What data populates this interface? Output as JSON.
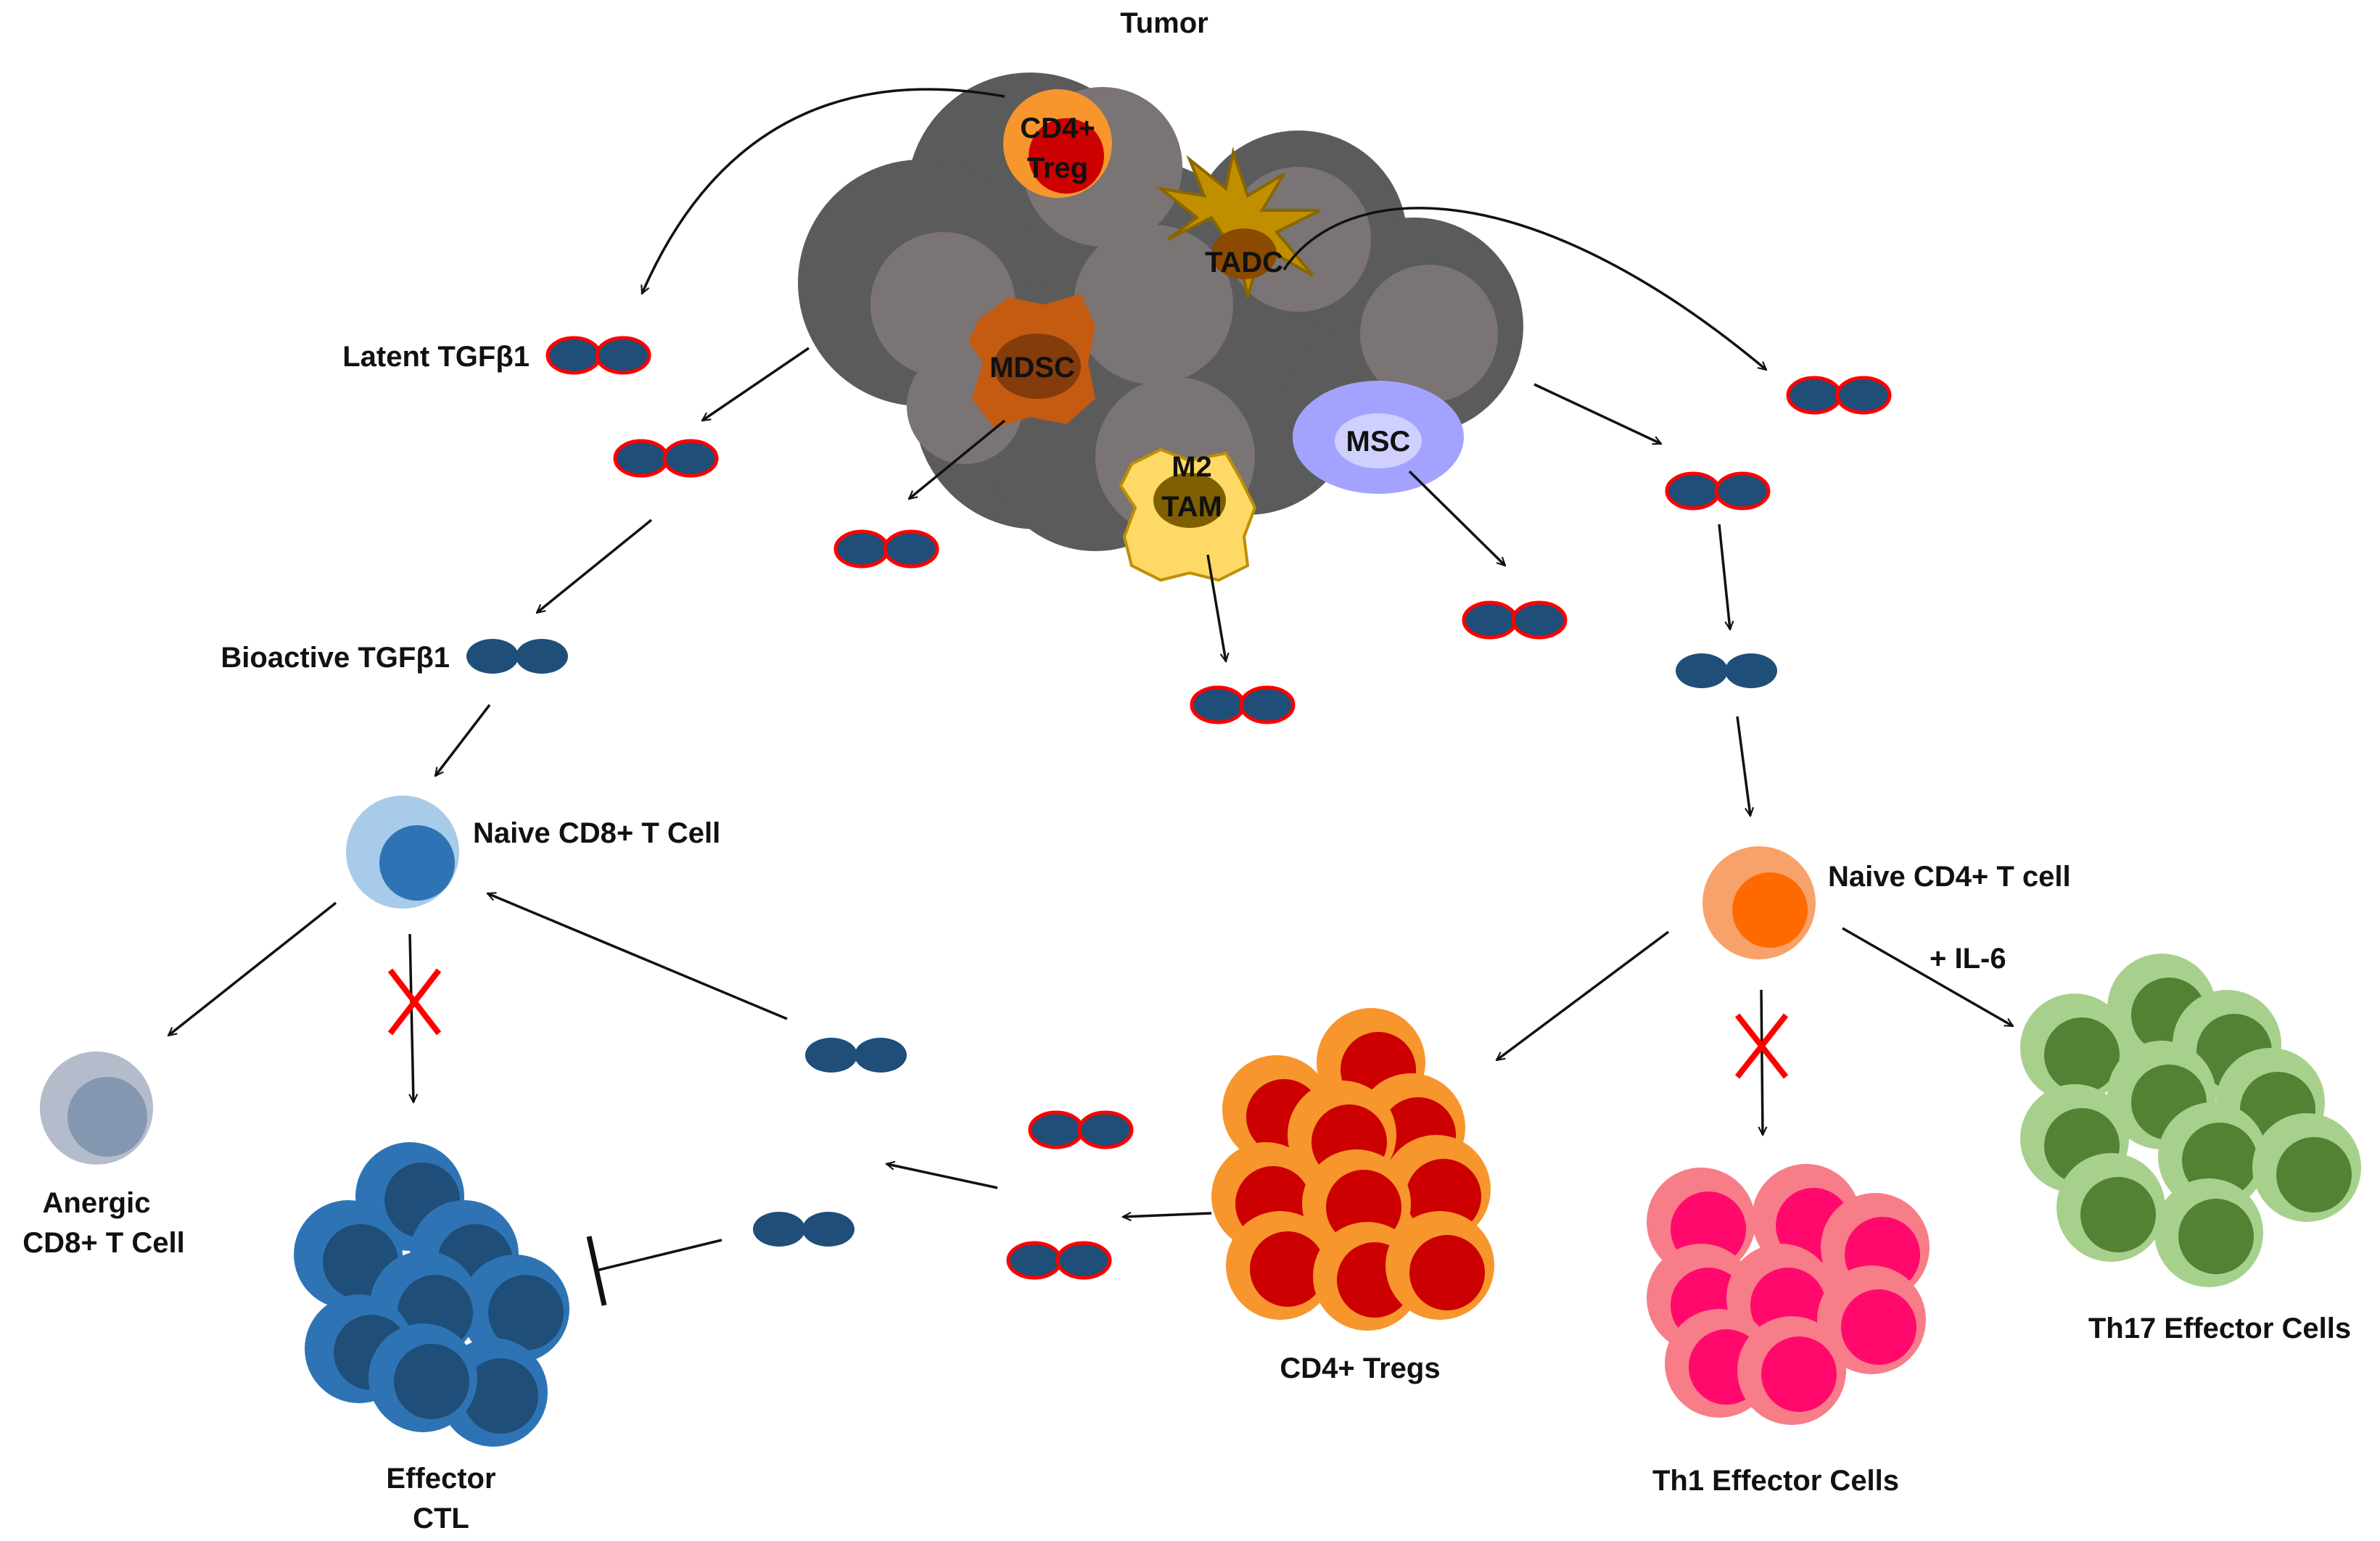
{
  "labels": {
    "tumor": "Tumor",
    "treg_line1": "CD4+",
    "treg_line2": "Treg",
    "tadc": "TADC",
    "mdsc": "MDSC",
    "msc": "MSC",
    "tam_line1": "M2",
    "tam_line2": "TAM",
    "latent": "Latent TGFβ1",
    "bioactive": "Bioactive TGFβ1",
    "naive_cd8": "Naive CD8+ T Cell",
    "naive_cd4": "Naive CD4+ T cell",
    "il6": "+ IL-6",
    "anergic_line1": "Anergic",
    "anergic_line2": "CD8+ T Cell",
    "ctl_line1": "Effector",
    "ctl_line2": "CTL",
    "tregs": "CD4+ Tregs",
    "th1": "Th1 Effector Cells",
    "th17": "Th17 Effector Cells"
  },
  "colors": {
    "tumor_dark": "#5b5b5b",
    "tumor_light": "#7a7474",
    "dimer_fill": "#1f4e79",
    "latent_outline": "#ff0000",
    "block_x": "#ff0000",
    "cd8_outer": "#a9cbea",
    "cd8_inner": "#2e74b5",
    "ctl_outer": "#2e74b5",
    "ctl_inner": "#1f4e79",
    "anergic_outer": "#b4bccb",
    "anergic_inner": "#8497b0",
    "cd4_outer": "#f7a26b",
    "cd4_inner": "#ff6a00",
    "treg_outer": "#f7962c",
    "treg_inner": "#cc0000",
    "th1_outer": "#f77d88",
    "th1_inner": "#ff0a6c",
    "th17_outer": "#a8d08d",
    "th17_inner": "#548235",
    "mdsc": "#c55a11",
    "msc": "#a3a3ff",
    "tadc": "#bf8f00",
    "tam": "#ffd966"
  }
}
